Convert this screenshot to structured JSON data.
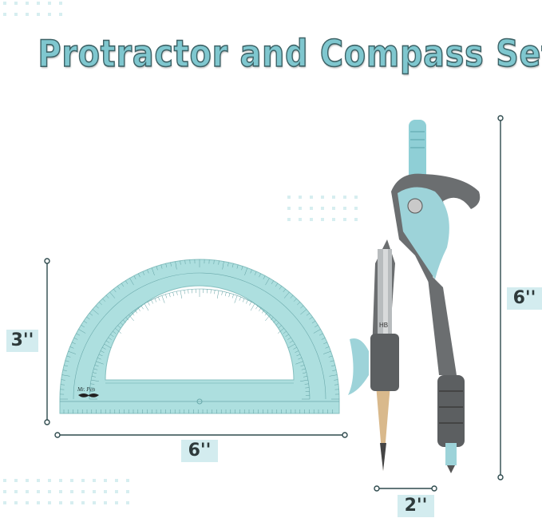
{
  "title": "Protractor and Compass Set",
  "dimensions": {
    "protractor_height": "3''",
    "protractor_width": "6''",
    "compass_height": "6''",
    "compass_width": "2''"
  },
  "brand_logo": "Mr. Pen",
  "colors": {
    "accent": "#7fc7cf",
    "protractor": "#a6dcdc",
    "compass_gray": "#6b6e70",
    "dimension_label_bg": "#d3ecef",
    "dimension_line": "#2e4a4d"
  }
}
